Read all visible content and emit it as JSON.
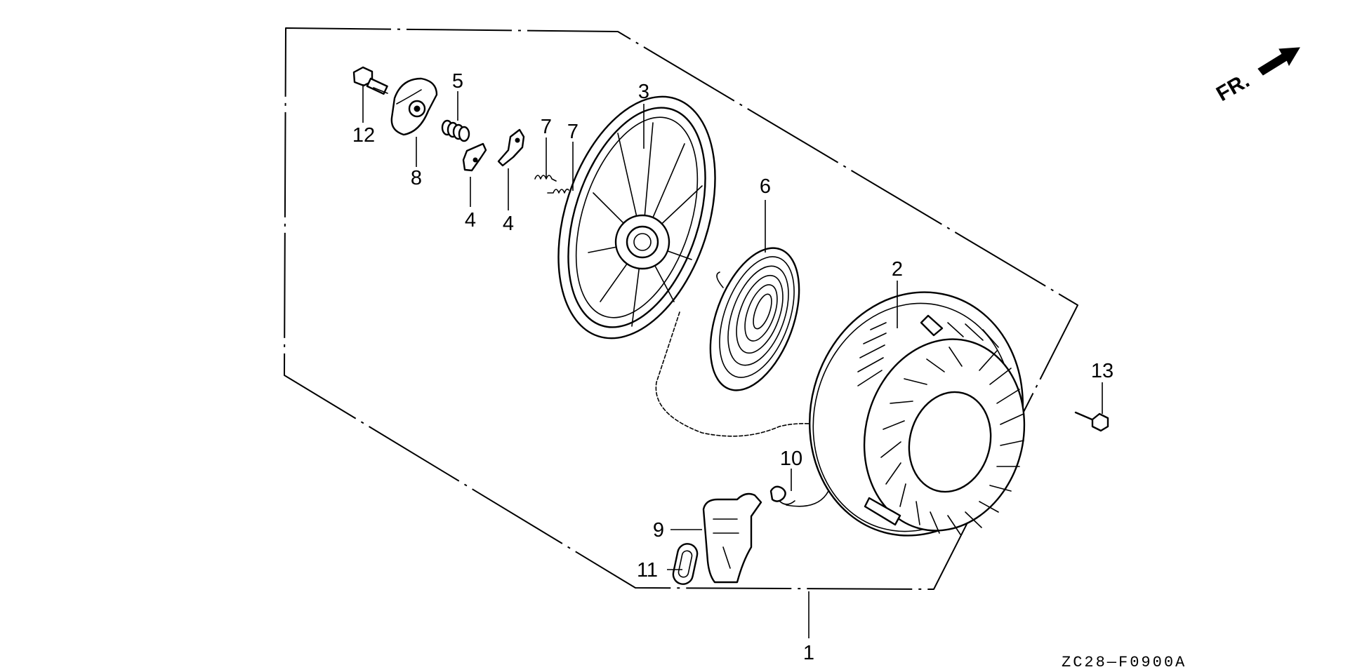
{
  "diagram": {
    "orientation_label": "FR.",
    "drawing_code": "ZC28—F0900A",
    "callouts": [
      {
        "id": "c1",
        "label": "1"
      },
      {
        "id": "c2",
        "label": "2"
      },
      {
        "id": "c3",
        "label": "3"
      },
      {
        "id": "c4a",
        "label": "4"
      },
      {
        "id": "c4b",
        "label": "4"
      },
      {
        "id": "c5",
        "label": "5"
      },
      {
        "id": "c6",
        "label": "6"
      },
      {
        "id": "c7a",
        "label": "7"
      },
      {
        "id": "c7b",
        "label": "7"
      },
      {
        "id": "c8",
        "label": "8"
      },
      {
        "id": "c9",
        "label": "9"
      },
      {
        "id": "c10",
        "label": "10"
      },
      {
        "id": "c11",
        "label": "11"
      },
      {
        "id": "c12",
        "label": "12"
      },
      {
        "id": "c13",
        "label": "13"
      }
    ]
  }
}
